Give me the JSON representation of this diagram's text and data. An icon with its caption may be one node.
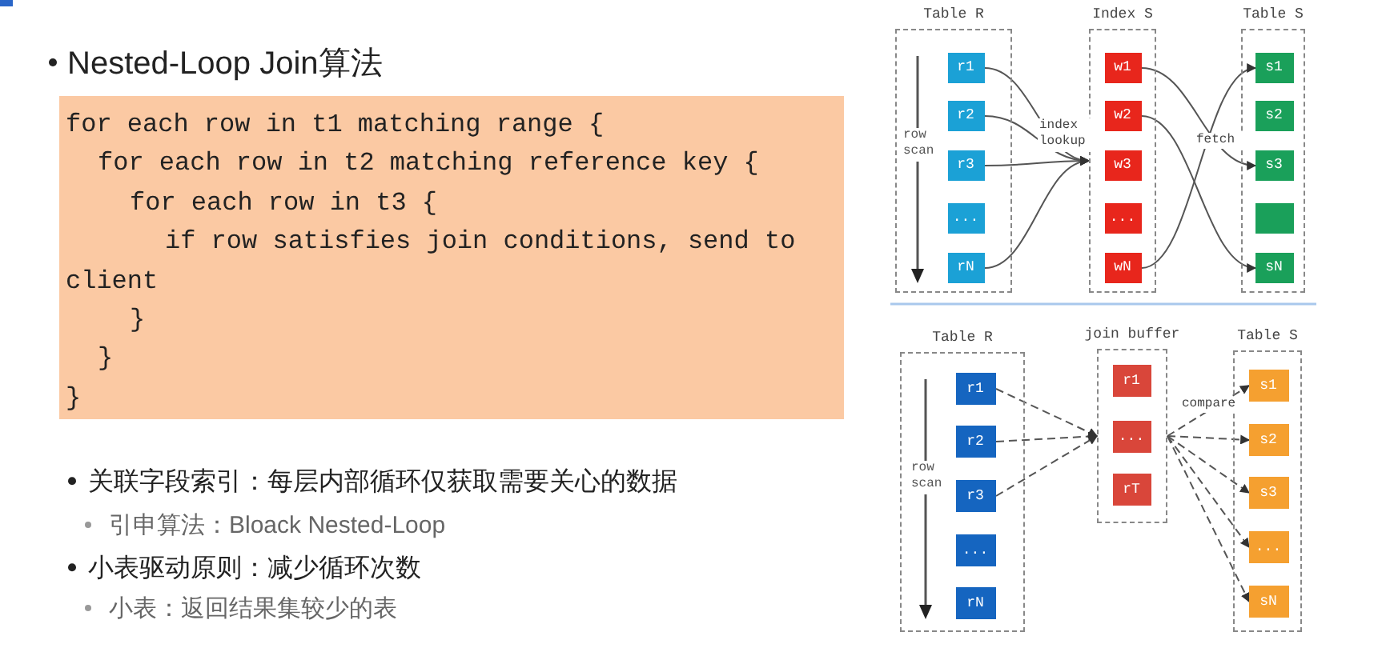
{
  "diagram": {
    "title": "Nested-Loop Join算法",
    "nodes": [
      {
        "text": [
          "for each row in t1 matching range {",
          "for each row in t2 matching reference key {",
          "for each row in t3 {",
          "if row satisfies join conditions, send to client",
          "}",
          "}",
          "}"
        ]
      },
      {
        "text": [
          "Table R"
        ]
      },
      {
        "text": [
          "r1"
        ],
        "in": 1
      },
      {
        "text": [
          "r2"
        ],
        "in": 1
      },
      {
        "text": [
          "r3"
        ],
        "in": 1
      },
      {
        "text": [
          "..."
        ],
        "in": 1
      },
      {
        "text": [
          "rN"
        ],
        "in": 1
      },
      {
        "text": [
          "Index S"
        ]
      },
      {
        "text": [
          "w1"
        ],
        "in": 7
      },
      {
        "text": [
          "w2"
        ],
        "in": 7
      },
      {
        "text": [
          "w3"
        ],
        "in": 7
      },
      {
        "text": [
          "..."
        ],
        "in": 7
      },
      {
        "text": [
          "wN"
        ],
        "in": 7
      },
      {
        "text": [
          "Table S"
        ]
      },
      {
        "text": [
          "s1"
        ],
        "in": 13
      },
      {
        "text": [
          "s2"
        ],
        "in": 13
      },
      {
        "text": [
          "s3"
        ],
        "in": 13
      },
      {
        "text": [],
        "shape": "box",
        "in": 13
      },
      {
        "text": [
          "sN"
        ],
        "in": 13
      },
      {
        "text": [
          "Table R"
        ]
      },
      {
        "text": [
          "r1"
        ],
        "in": 19
      },
      {
        "text": [
          "r2"
        ],
        "in": 19
      },
      {
        "text": [
          "r3"
        ],
        "in": 19
      },
      {
        "text": [
          "..."
        ],
        "in": 19
      },
      {
        "text": [
          "rN"
        ],
        "in": 19
      },
      {
        "text": [
          "join buffer"
        ]
      },
      {
        "text": [
          "r1"
        ],
        "in": 25
      },
      {
        "text": [
          "..."
        ],
        "in": 25
      },
      {
        "text": [
          "rT"
        ],
        "in": 25
      },
      {
        "text": [
          "Table S"
        ]
      },
      {
        "text": [
          "s1"
        ],
        "in": 29
      },
      {
        "text": [
          "s2"
        ],
        "in": 29
      },
      {
        "text": [
          "s3"
        ],
        "in": 29
      },
      {
        "text": [
          "..."
        ],
        "in": 29
      },
      {
        "text": [
          "sN"
        ],
        "in": 29
      }
    ],
    "edges": [
      {
        "from": 2,
        "to": 7,
        "arrow": "to"
      },
      {
        "from": 3,
        "to": 7,
        "arrow": "to",
        "label": "index lookup"
      },
      {
        "from": 4,
        "to": 7,
        "arrow": "to"
      },
      {
        "from": 6,
        "to": 7,
        "arrow": "to"
      },
      {
        "from": 8,
        "to": 16,
        "arrow": "to",
        "label": "fetch"
      },
      {
        "from": 9,
        "to": 18,
        "arrow": "to"
      },
      {
        "from": 12,
        "to": 14,
        "arrow": "to"
      },
      {
        "from": 20,
        "to": 25,
        "arrow": "to",
        "style": "dashed"
      },
      {
        "from": 21,
        "to": 25,
        "arrow": "to",
        "style": "dashed"
      },
      {
        "from": 22,
        "to": 25,
        "arrow": "to",
        "style": "dashed"
      },
      {
        "from": 25,
        "to": 30,
        "arrow": "to",
        "style": "dashed",
        "label": "compare"
      },
      {
        "from": 25,
        "to": 31,
        "arrow": "to",
        "style": "dashed"
      },
      {
        "from": 25,
        "to": 32,
        "arrow": "to",
        "style": "dashed"
      },
      {
        "from": 25,
        "to": 33,
        "arrow": "to",
        "style": "dashed"
      },
      {
        "from": 25,
        "to": 34,
        "arrow": "to",
        "style": "dashed"
      }
    ],
    "labels": [
      "关联字段索引：每层内部循环仅获取需要关心的数据",
      "引申算法：Bloack Nested-Loop",
      "小表驱动原则：减少循环次数",
      "小表：返回结果集较少的表",
      "row scan",
      "row scan"
    ]
  }
}
